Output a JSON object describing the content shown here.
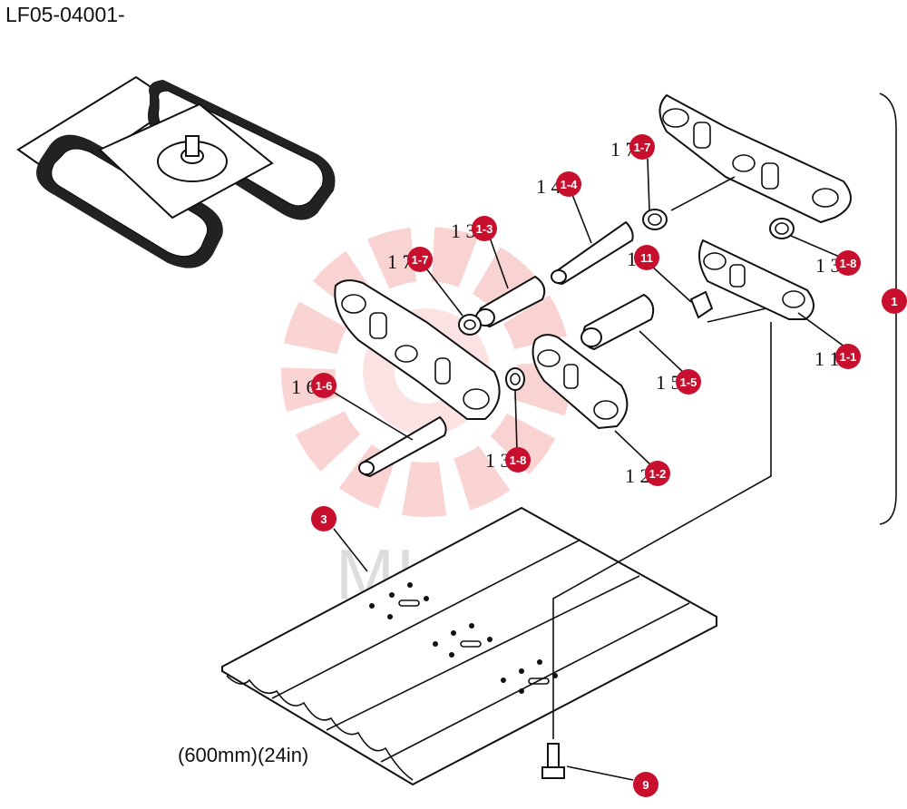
{
  "header": {
    "title": "LF05-04001-"
  },
  "watermark": {
    "text": "МНТЕХ",
    "color": "#f3b6b6"
  },
  "size_note": "(600mm)(24in)",
  "callout_color": "#c8102e",
  "callouts": [
    {
      "id": "1-7-upper",
      "label": "1-7",
      "bg": "1 7"
    },
    {
      "id": "1-4",
      "label": "1-4",
      "bg": "1 4"
    },
    {
      "id": "1-3",
      "label": "1-3",
      "bg": "1 3"
    },
    {
      "id": "1-7-lower",
      "label": "1-7",
      "bg": "1 7"
    },
    {
      "id": "11",
      "label": "11",
      "bg": "1"
    },
    {
      "id": "1-8-right",
      "label": "1-8",
      "bg": "1 3"
    },
    {
      "id": "1",
      "label": "1",
      "bg": ""
    },
    {
      "id": "1-1",
      "label": "1-1",
      "bg": "1 1"
    },
    {
      "id": "1-5",
      "label": "1-5",
      "bg": "1 5"
    },
    {
      "id": "1-6",
      "label": "1-6",
      "bg": "1 6"
    },
    {
      "id": "1-8-lower",
      "label": "1-8",
      "bg": "1 3"
    },
    {
      "id": "1-2",
      "label": "1-2",
      "bg": "1 2"
    },
    {
      "id": "3",
      "label": "3",
      "bg": ""
    },
    {
      "id": "9",
      "label": "9",
      "bg": ""
    }
  ]
}
